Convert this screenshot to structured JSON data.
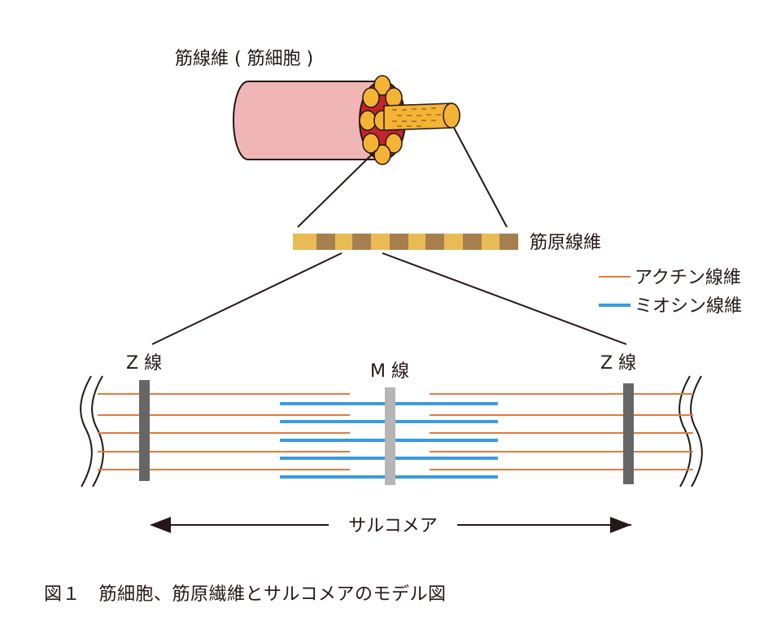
{
  "labels": {
    "muscle_fiber": "筋線維 ( 筋細胞 )",
    "myofibril": "筋原線維",
    "z_line_left": "Z 線",
    "m_line": "M 線",
    "z_line_right": "Z 線",
    "sarcomere": "サルコメア"
  },
  "legend": {
    "actin": "アクチン線維",
    "myosin": "ミオシン線維"
  },
  "caption": "図１　筋細胞、筋原繊維とサルコメアのモデル図",
  "colors": {
    "actin": "#e07a3c",
    "myosin": "#3a9bdc",
    "z_line": "#666666",
    "m_line": "#b5b5b5",
    "muscle_fiber": "#f0b5b5",
    "myofibril_light": "#e9bb54",
    "myofibril_dark": "#a5804e",
    "fibril_bundle": "#f5b335"
  }
}
